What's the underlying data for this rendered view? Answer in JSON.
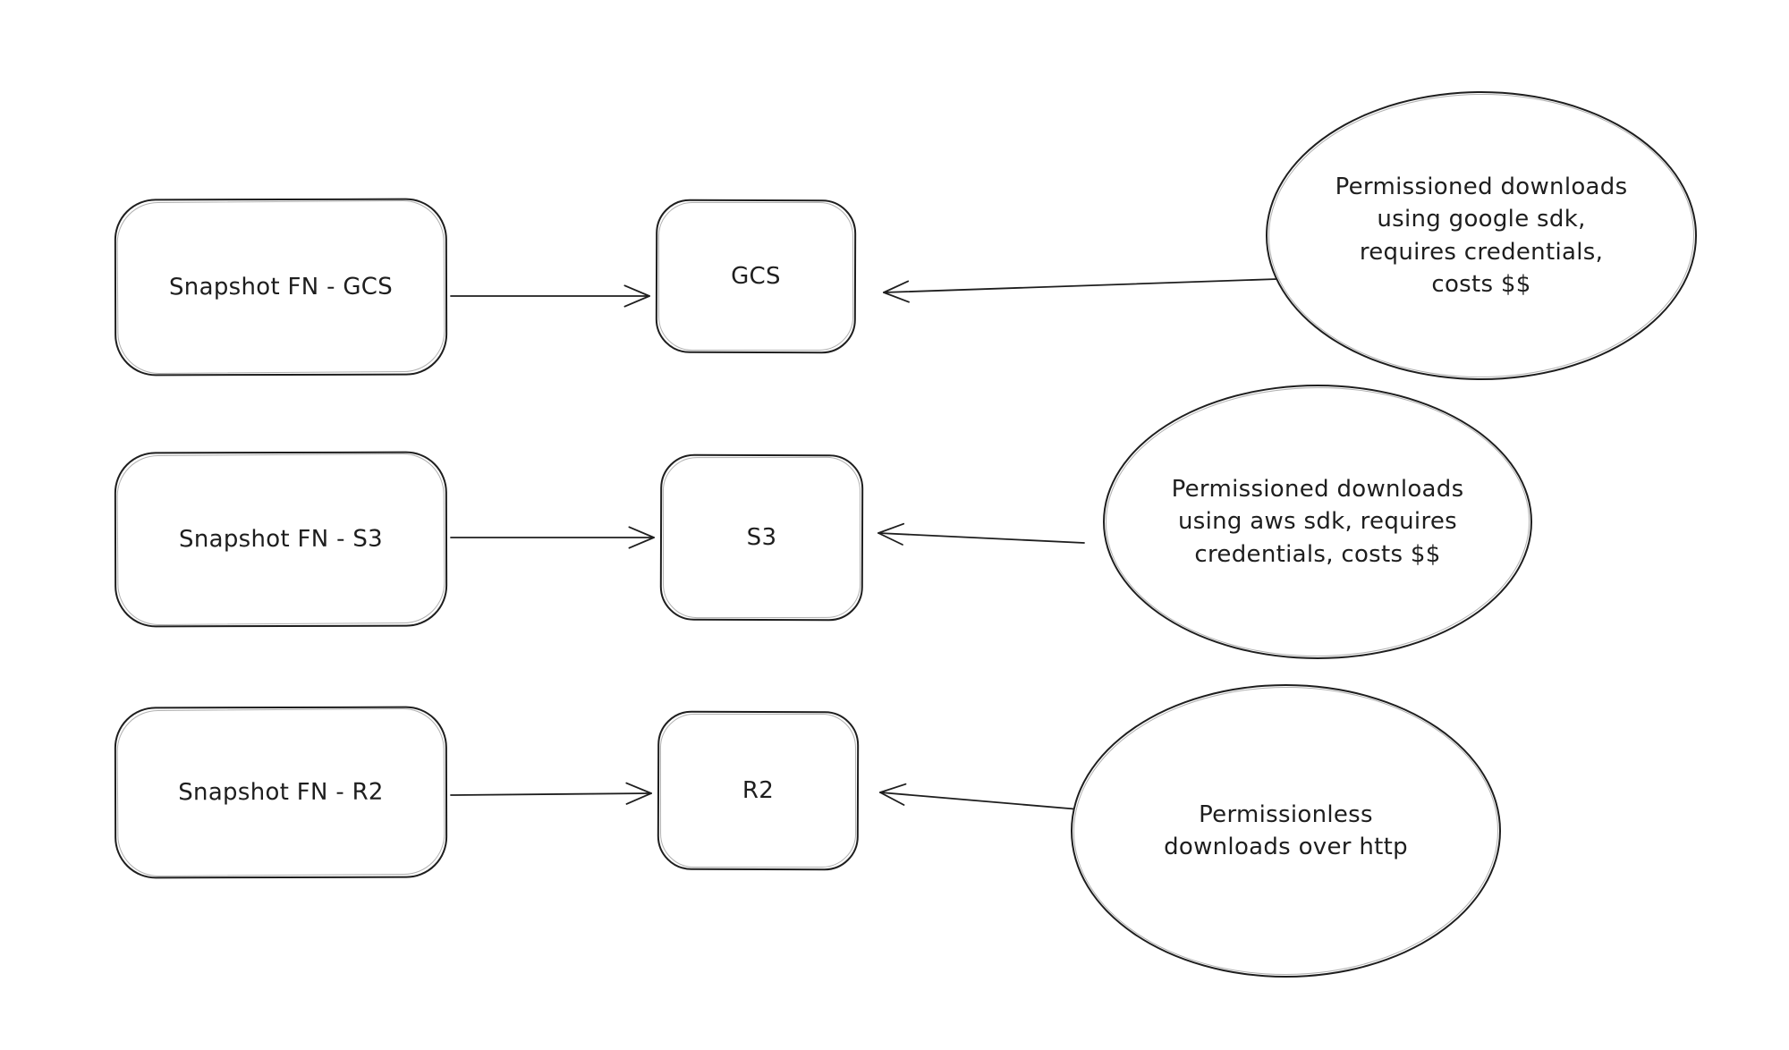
{
  "diagram": {
    "style": "hand-drawn-whiteboard",
    "colors": {
      "background": "#ffffff",
      "stroke": "#1e1e1e"
    },
    "nodes": {
      "snapshot_gcs": {
        "label": "Snapshot FN - GCS",
        "shape": "rounded-rectangle"
      },
      "gcs": {
        "label": "GCS",
        "shape": "rounded-rectangle"
      },
      "note_gcs": {
        "label": "Permissioned downloads\nusing google sdk,\nrequires credentials,\ncosts $$",
        "shape": "ellipse"
      },
      "snapshot_s3": {
        "label": "Snapshot FN - S3",
        "shape": "rounded-rectangle"
      },
      "s3": {
        "label": "S3",
        "shape": "rounded-rectangle"
      },
      "note_s3": {
        "label": "Permissioned downloads\nusing aws sdk, requires\ncredentials, costs $$",
        "shape": "ellipse"
      },
      "snapshot_r2": {
        "label": "Snapshot FN - R2",
        "shape": "rounded-rectangle"
      },
      "r2": {
        "label": "R2",
        "shape": "rounded-rectangle"
      },
      "note_r2": {
        "label": "Permissionless\ndownloads over http",
        "shape": "ellipse"
      }
    },
    "edges": [
      {
        "from": "snapshot_gcs",
        "to": "gcs"
      },
      {
        "from": "note_gcs",
        "to": "gcs"
      },
      {
        "from": "snapshot_s3",
        "to": "s3"
      },
      {
        "from": "note_s3",
        "to": "s3"
      },
      {
        "from": "snapshot_r2",
        "to": "r2"
      },
      {
        "from": "note_r2",
        "to": "r2"
      }
    ]
  }
}
